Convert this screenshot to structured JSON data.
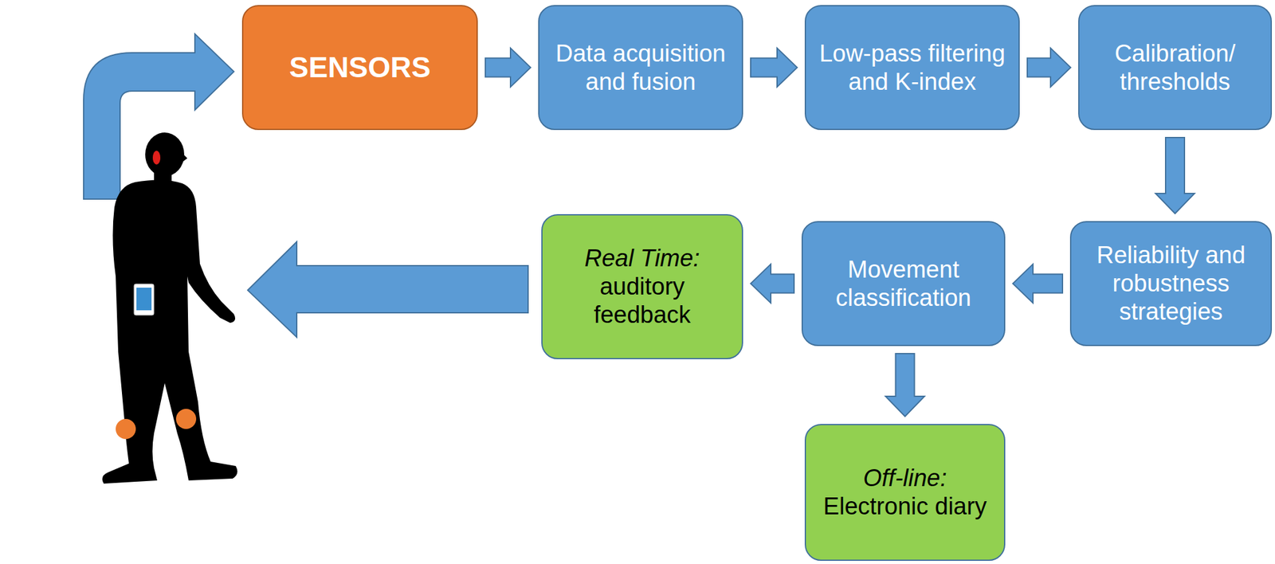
{
  "diagram": {
    "nodes": [
      {
        "text": [
          "SENSORS"
        ]
      },
      {
        "text": [
          "Data acquisition and fusion"
        ]
      },
      {
        "text": [
          "Low-pass filtering and K-index"
        ]
      },
      {
        "text": [
          "Calibration/ thresholds"
        ]
      },
      {
        "text": [
          "Reliability and robustness strategies"
        ]
      },
      {
        "text": [
          "Movement classification"
        ]
      },
      {
        "text": [
          "Real Time:",
          "auditory feedback"
        ]
      },
      {
        "text": [
          "Off-line:",
          "Electronic diary"
        ]
      }
    ],
    "edges": [
      {
        "from": 0,
        "to": 1,
        "arrow": "to"
      },
      {
        "from": 1,
        "to": 2,
        "arrow": "to"
      },
      {
        "from": 2,
        "to": 3,
        "arrow": "to"
      },
      {
        "from": 3,
        "to": 4,
        "arrow": "to"
      },
      {
        "from": 4,
        "to": 5,
        "arrow": "to"
      },
      {
        "from": 5,
        "to": 6,
        "arrow": "to"
      },
      {
        "from": 5,
        "to": 7,
        "arrow": "to"
      }
    ]
  }
}
